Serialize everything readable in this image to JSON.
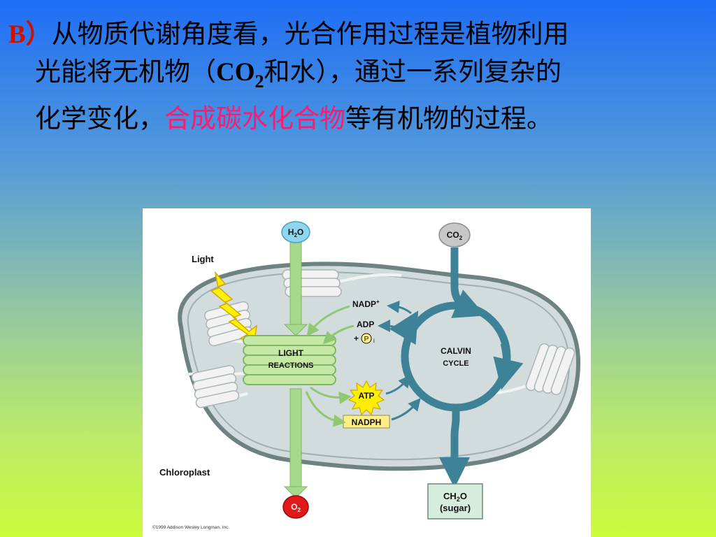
{
  "text": {
    "prefix": "B）",
    "line1": "从物质代谢角度看，光合作用过程是植物利用",
    "line2_a": "光能将无机物（",
    "co2_main": "CO",
    "co2_sub": "2",
    "line2_b": "和水），通过一系列复杂的",
    "line3_a": "化学变化，",
    "highlight": "合成碳水化合物",
    "line3_b": "等有机物的过程。"
  },
  "diagram": {
    "h2o": "H",
    "h2o_sub": "2",
    "h2o_o": "O",
    "co2": "CO",
    "co2_sub": "2",
    "light": "Light",
    "nadp": "NADP",
    "nadp_sup": "+",
    "adp": "ADP",
    "pi_plus": "+",
    "pi_p": "P",
    "pi_sub": "i",
    "light_reactions_l1": "LIGHT",
    "light_reactions_l2": "REACTIONS",
    "calvin_l1": "CALVIN",
    "calvin_l2": "CYCLE",
    "atp": "ATP",
    "nadph": "NADPH",
    "chloroplast": "Chloroplast",
    "o2": "O",
    "o2_sub": "2",
    "sugar_l1_a": "CH",
    "sugar_l1_sub": "2",
    "sugar_l1_b": "O",
    "sugar_l2": "(sugar)",
    "copyright": "©1999 Addison Wesley Longman, Inc."
  },
  "colors": {
    "highlight": "#ff1a6e",
    "prefix": "#cc1100",
    "chloroplast_fill": "#d3dcdc",
    "calvin_arrow": "#3e8297",
    "green_arrow": "#a6d98c",
    "grana_green": "#c6e8a5",
    "atp_burst": "#ffee00",
    "nadph_fill": "#ffee88",
    "h2o_fill": "#8dd6ee",
    "o2_fill": "#e01a1a"
  }
}
